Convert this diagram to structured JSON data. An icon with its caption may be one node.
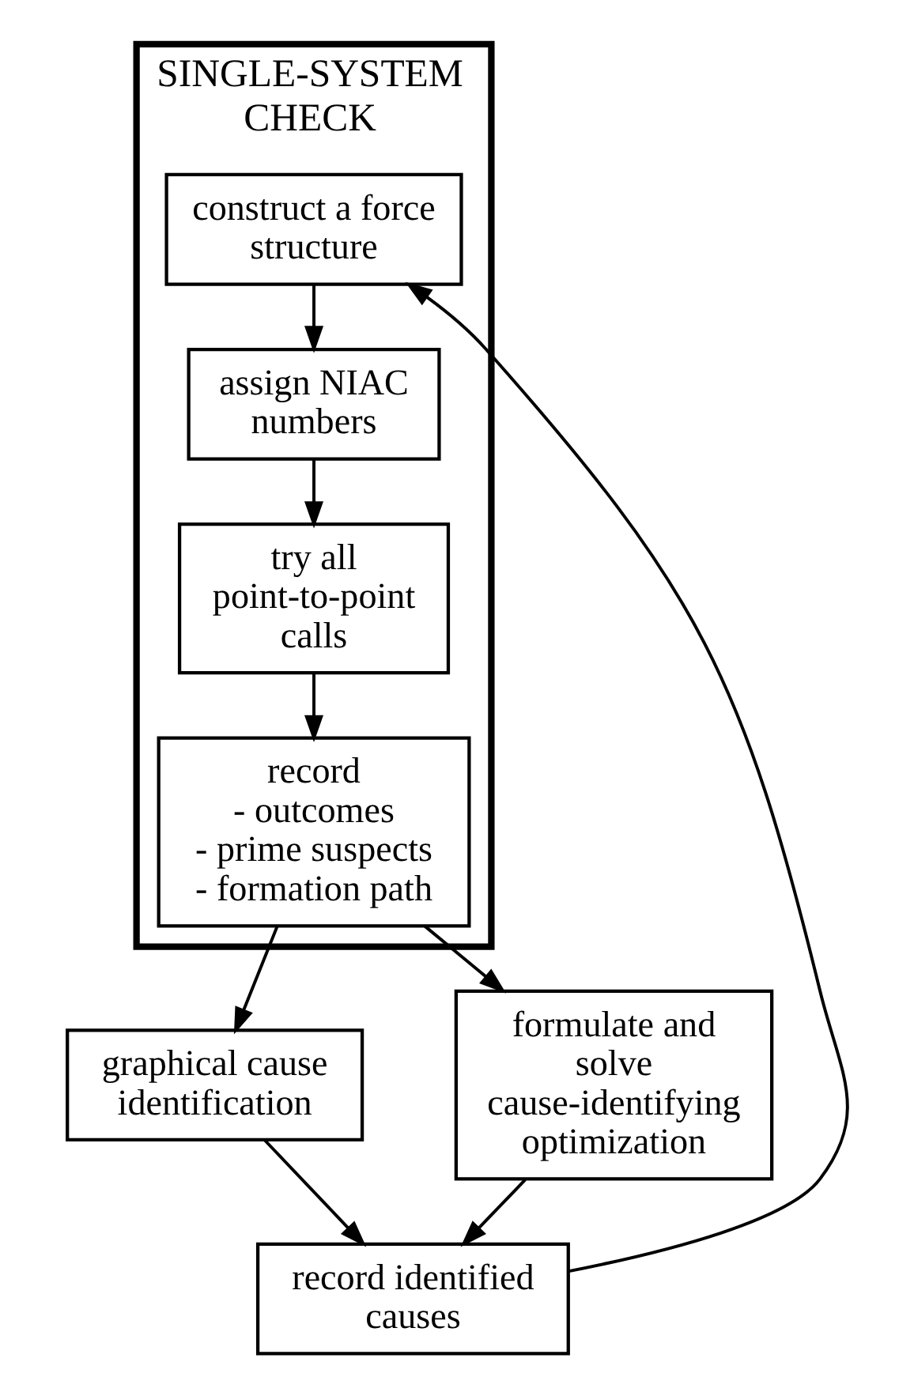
{
  "diagram": {
    "nodes": [
      {
        "text": [
          "SINGLE-SYSTEM CHECK"
        ]
      },
      {
        "text": [
          "construct a force structure"
        ],
        "in": 0
      },
      {
        "text": [
          "assign NIAC numbers"
        ],
        "in": 0
      },
      {
        "text": [
          "try all point-to-point calls"
        ],
        "in": 0
      },
      {
        "text": [
          "record - outcomes - prime suspects - formation path"
        ],
        "in": 0
      },
      {
        "text": [
          "graphical cause identification"
        ]
      },
      {
        "text": [
          "formulate and solve cause-identifying optimization"
        ]
      },
      {
        "text": [
          "record identified causes"
        ]
      }
    ],
    "edges": [
      {
        "from": 1,
        "to": 2,
        "arrow": "to"
      },
      {
        "from": 2,
        "to": 3,
        "arrow": "to"
      },
      {
        "from": 3,
        "to": 4,
        "arrow": "to"
      },
      {
        "from": 4,
        "to": 5,
        "arrow": "to"
      },
      {
        "from": 4,
        "to": 6,
        "arrow": "to"
      },
      {
        "from": 5,
        "to": 7,
        "arrow": "to"
      },
      {
        "from": 6,
        "to": 7,
        "arrow": "to"
      },
      {
        "from": 7,
        "to": 1,
        "arrow": "to"
      }
    ]
  }
}
